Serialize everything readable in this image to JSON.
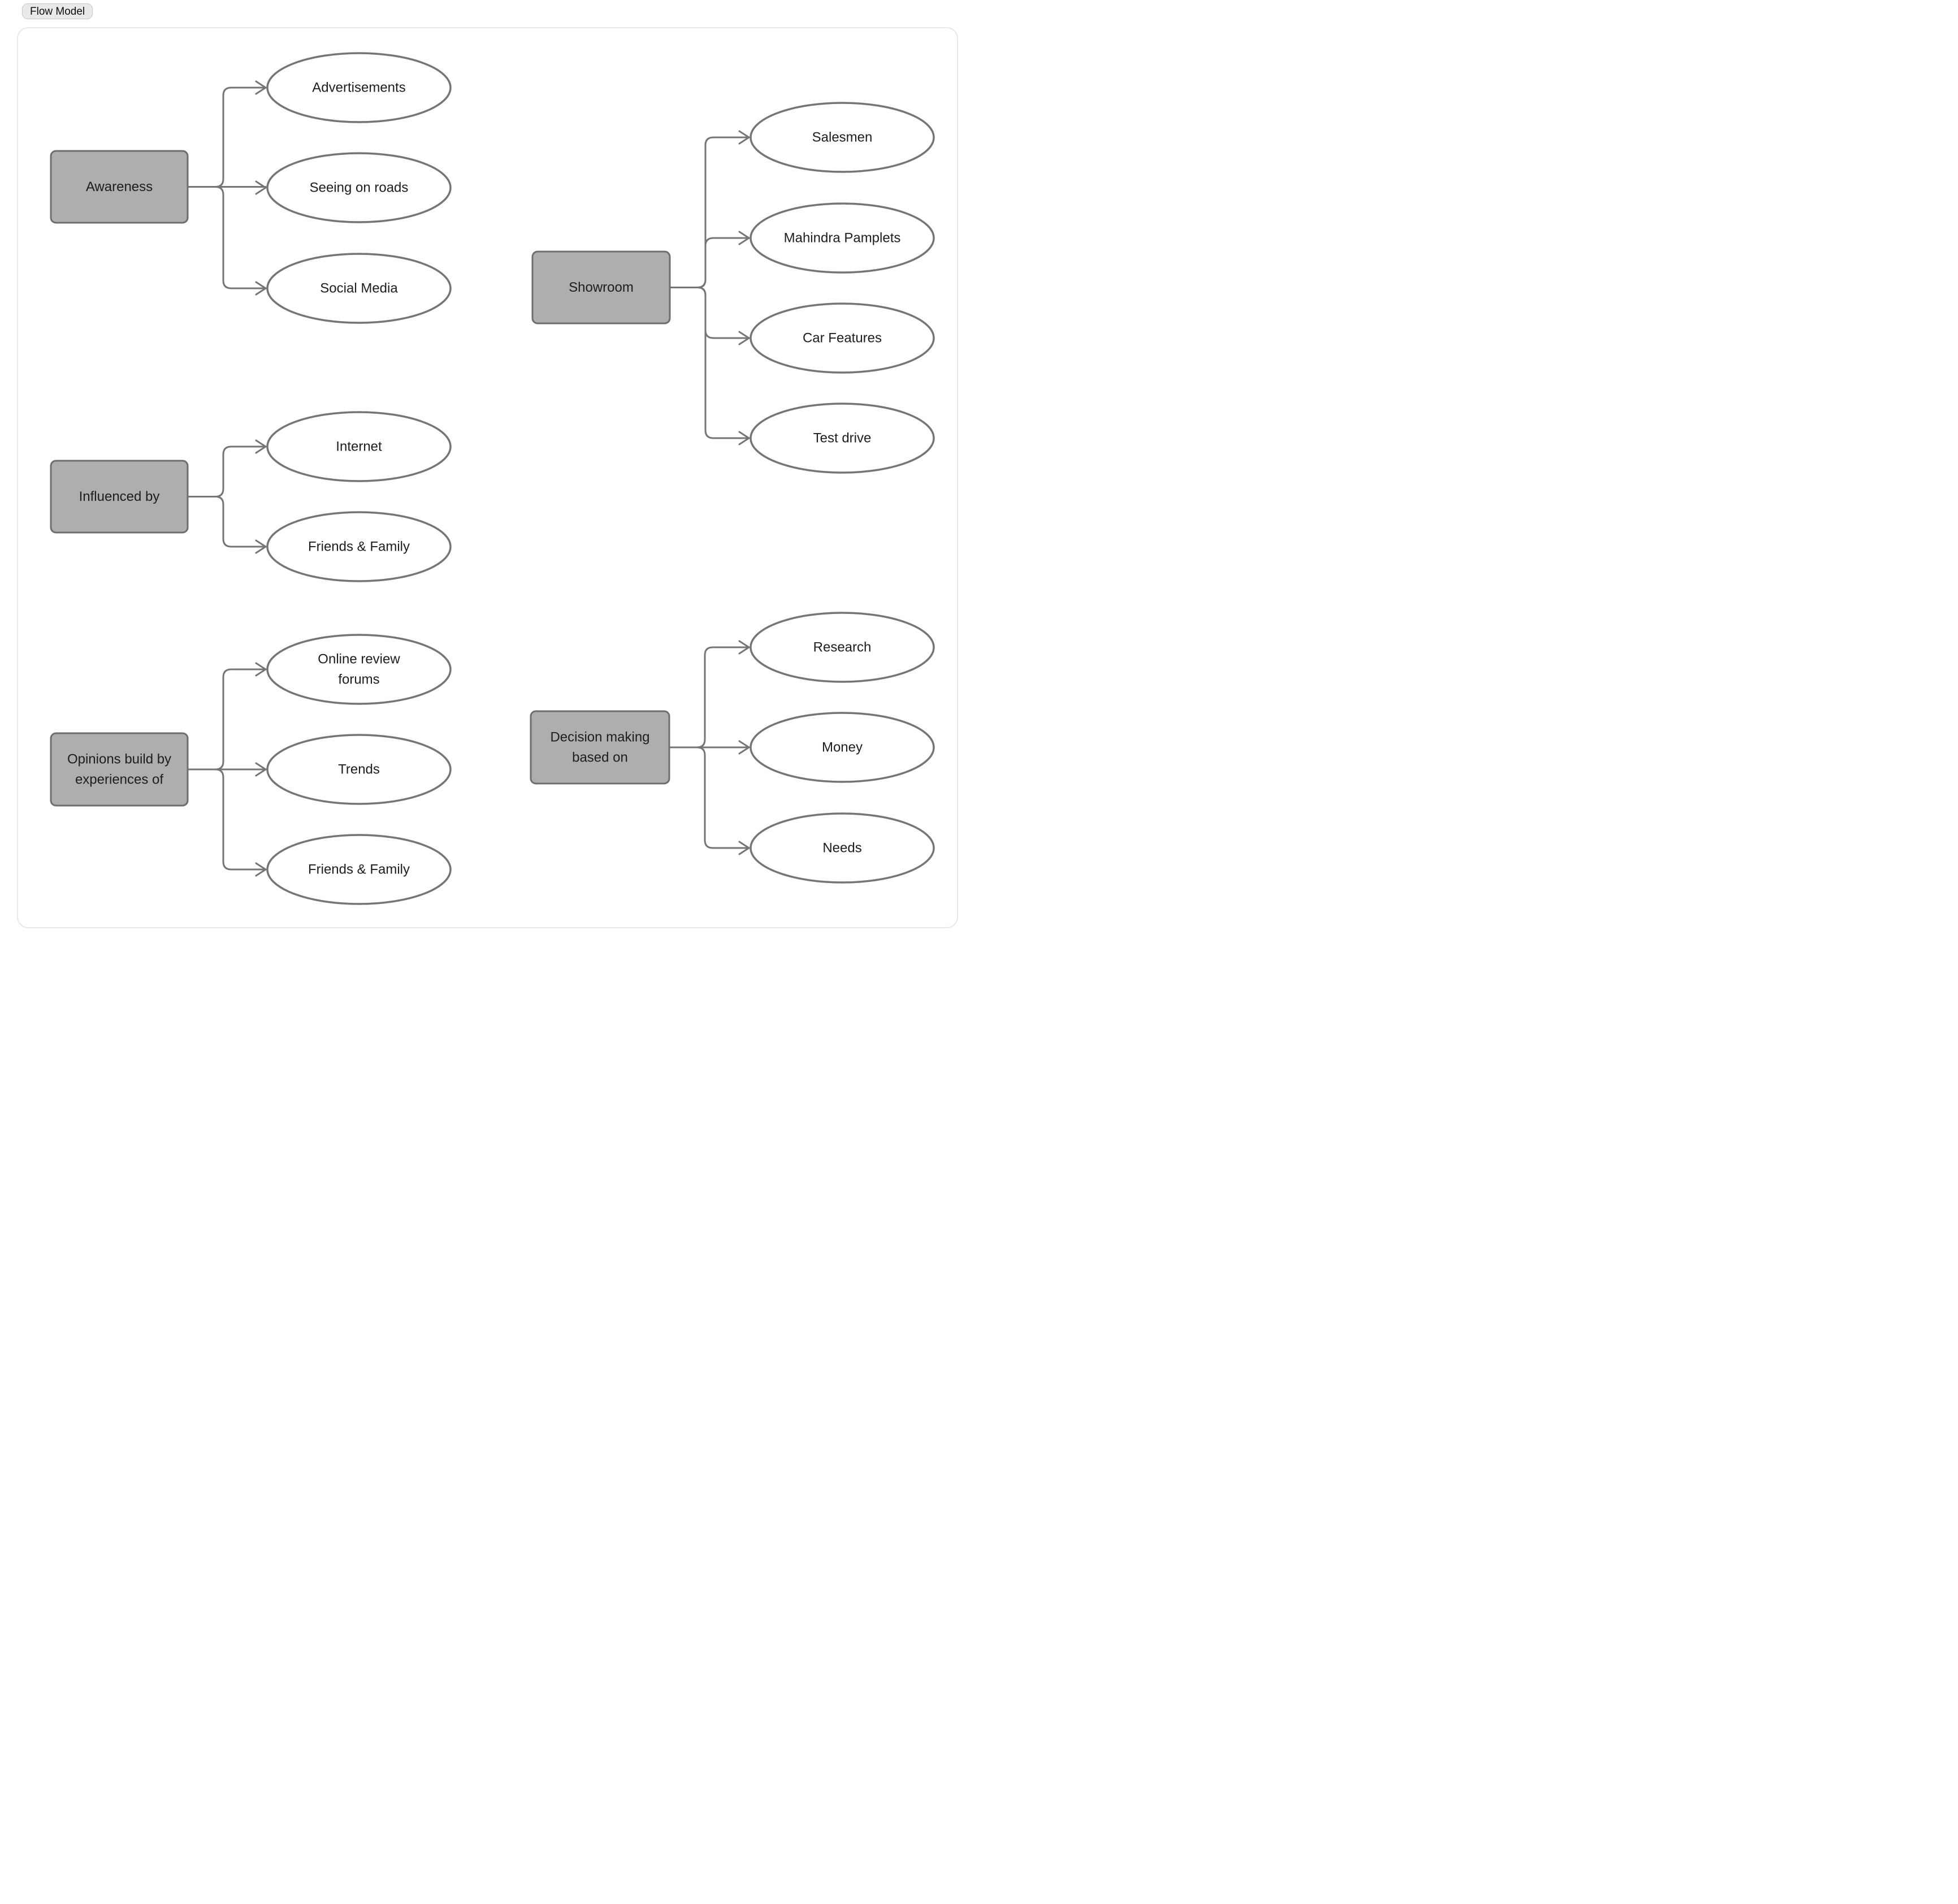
{
  "badge": {
    "label": "Flow Model"
  },
  "diagram": {
    "title": "Flow Model",
    "colors": {
      "node_fill": "#aeaeae",
      "node_border": "#6e6e6e",
      "ellipse_fill": "#ffffff",
      "ellipse_border": "#757575",
      "connector": "#757575",
      "label_text": "#1d1d1f",
      "canvas_border": "#e8e8e8",
      "canvas_bg": "#ffffff",
      "badge_bg": "#e9e9e9"
    },
    "groups": [
      {
        "id": "awareness",
        "label": "Awareness",
        "children": [
          "Advertisements",
          "Seeing on roads",
          "Social Media"
        ]
      },
      {
        "id": "showroom",
        "label": "Showroom",
        "children": [
          "Salesmen",
          "Mahindra Pamplets",
          "Car Features",
          "Test drive"
        ]
      },
      {
        "id": "influenced-by",
        "label": "Influenced by",
        "children": [
          "Internet",
          "Friends & Family"
        ]
      },
      {
        "id": "opinions",
        "label": "Opinions build by experiences of",
        "children": [
          "Online review forums",
          "Trends",
          "Friends & Family"
        ]
      },
      {
        "id": "decision",
        "label": "Decision making based on",
        "children": [
          "Research",
          "Money",
          "Needs"
        ]
      }
    ]
  }
}
